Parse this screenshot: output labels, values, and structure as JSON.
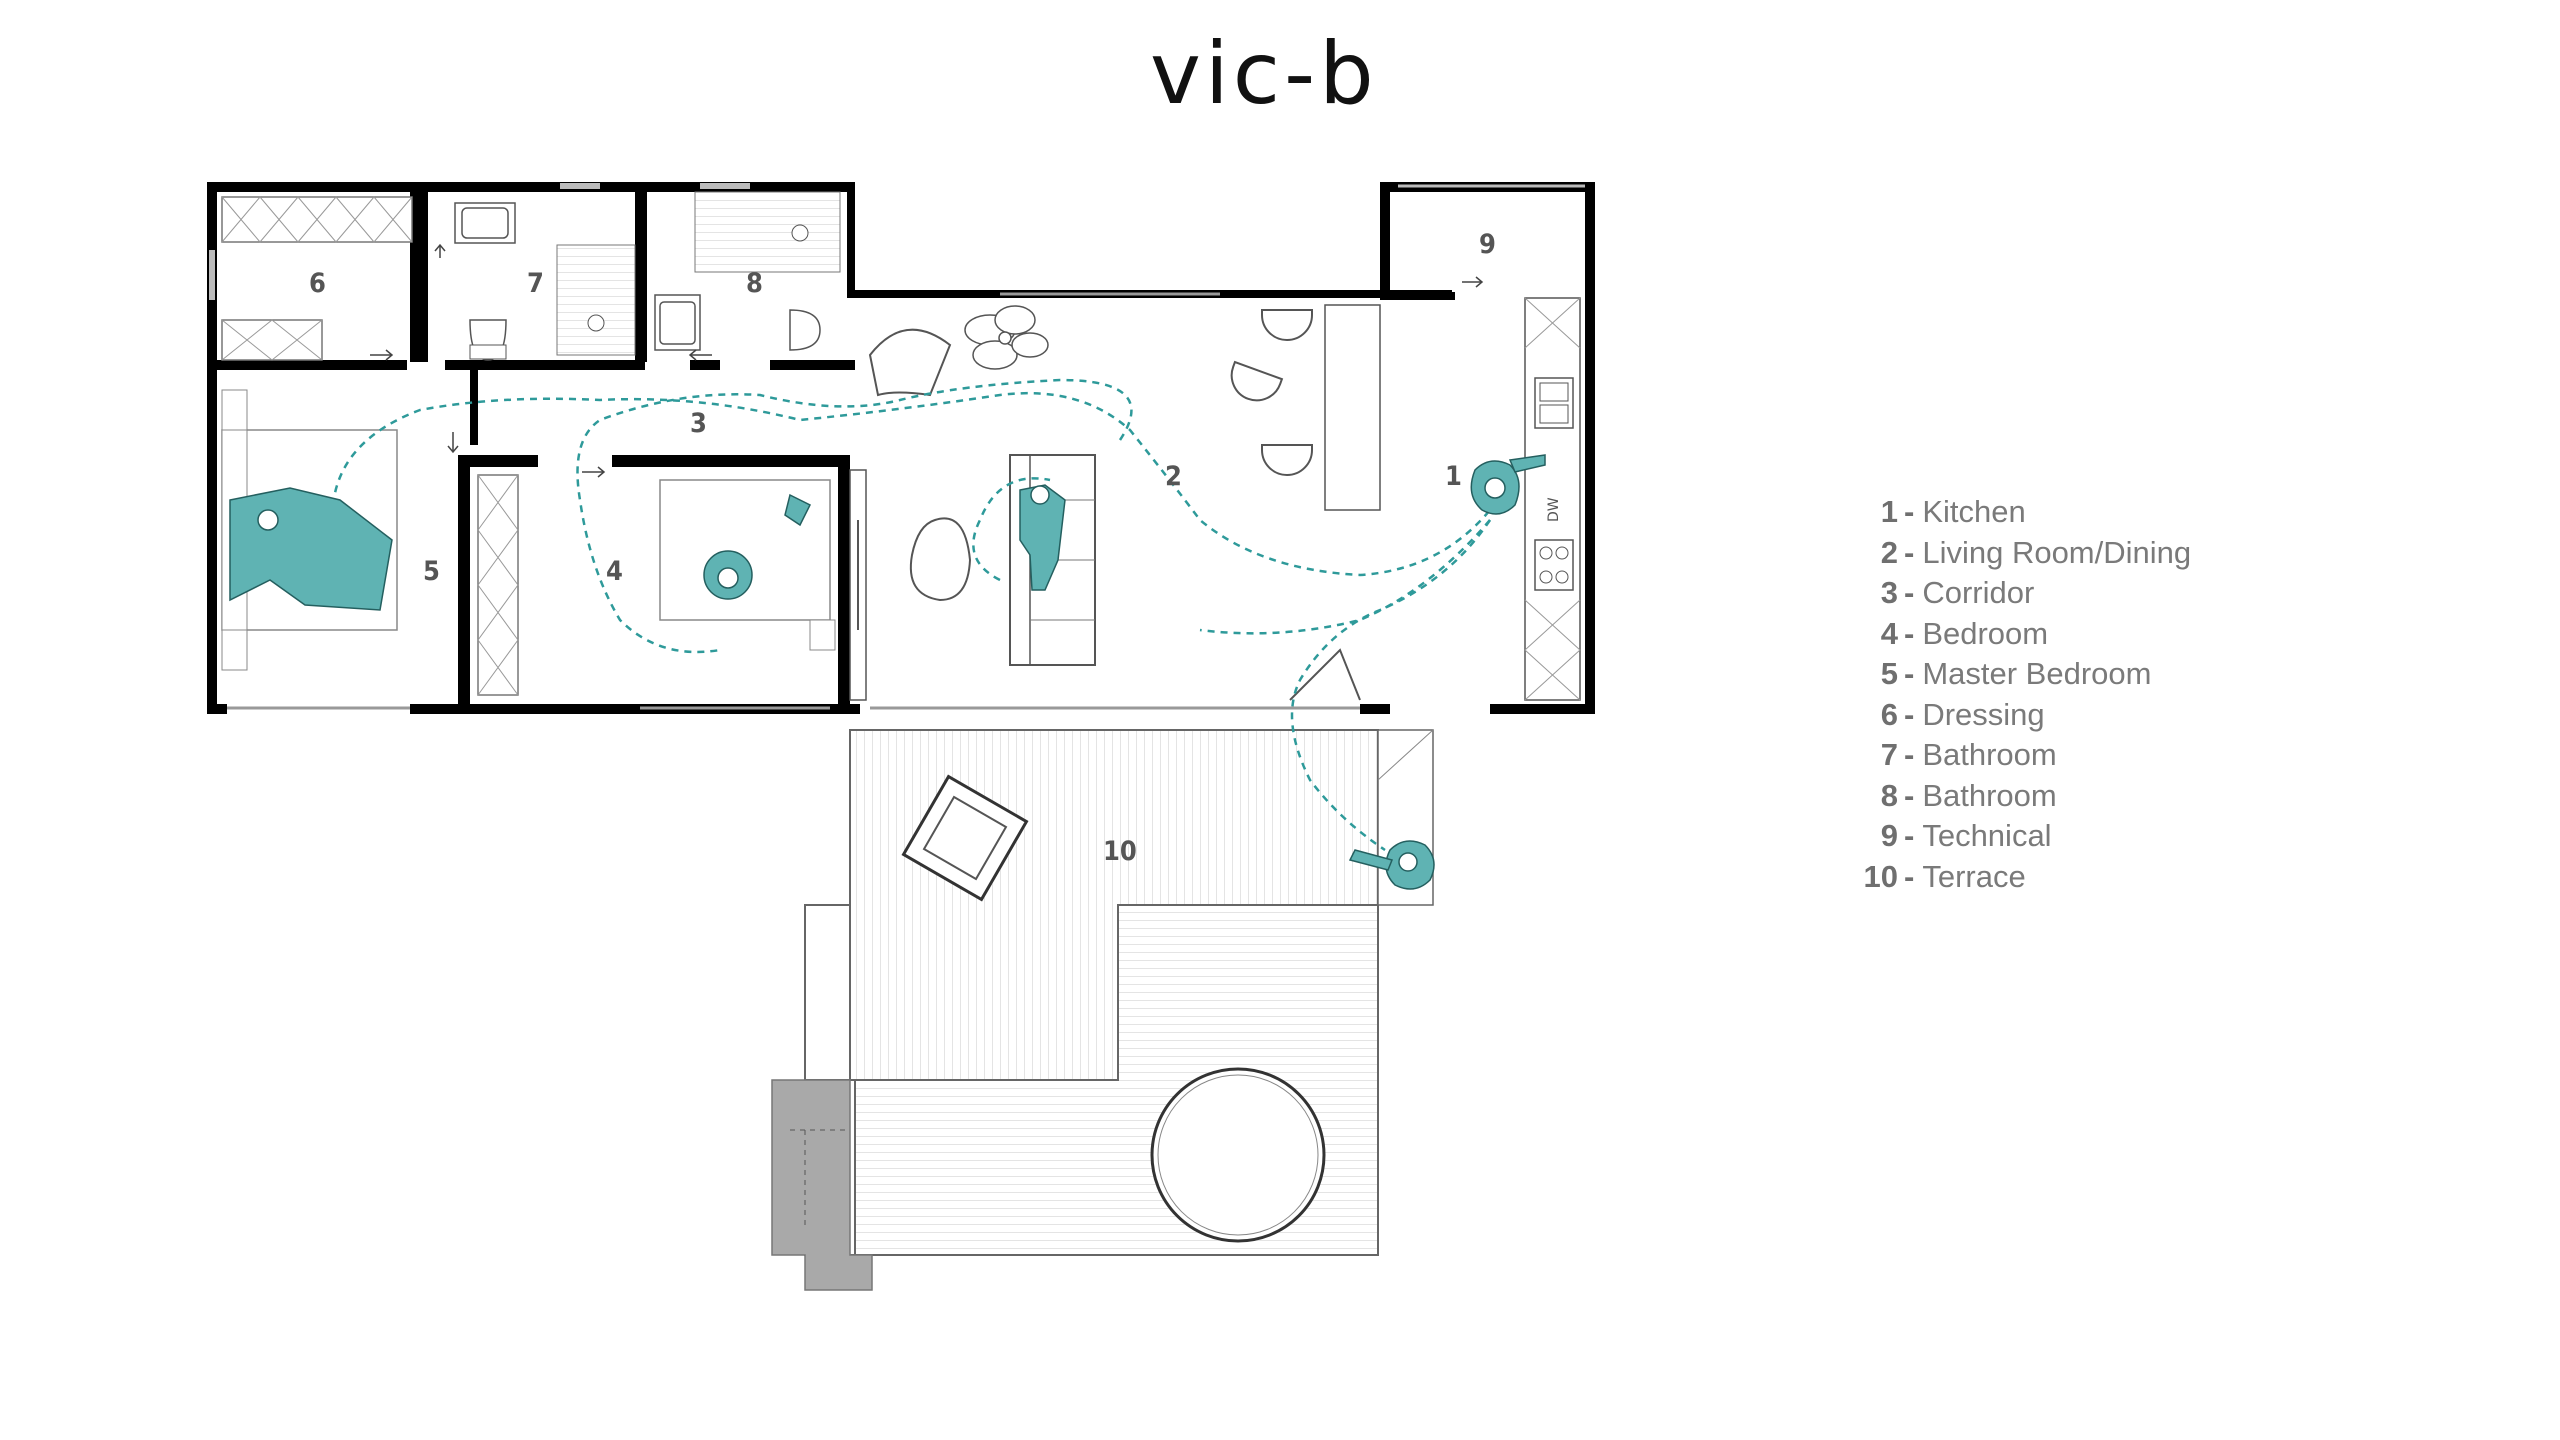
{
  "brand": {
    "logo_text": "vic-b"
  },
  "rooms": [
    {
      "num": "1",
      "name": "Kitchen"
    },
    {
      "num": "2",
      "name": "Living Room/Dining"
    },
    {
      "num": "3",
      "name": "Corridor"
    },
    {
      "num": "4",
      "name": "Bedroom"
    },
    {
      "num": "5",
      "name": "Master Bedroom"
    },
    {
      "num": "6",
      "name": "Dressing"
    },
    {
      "num": "7",
      "name": "Bathroom"
    },
    {
      "num": "8",
      "name": "Bathroom"
    },
    {
      "num": "9",
      "name": "Technical"
    },
    {
      "num": "10",
      "name": "Terrace"
    }
  ],
  "appliance_label": "DW",
  "colors": {
    "wall": "#000000",
    "figure": "#5fb3b3",
    "path": "#2e9a9a",
    "pavement": "#a9a9a9",
    "legend": "#7a7a7a"
  }
}
